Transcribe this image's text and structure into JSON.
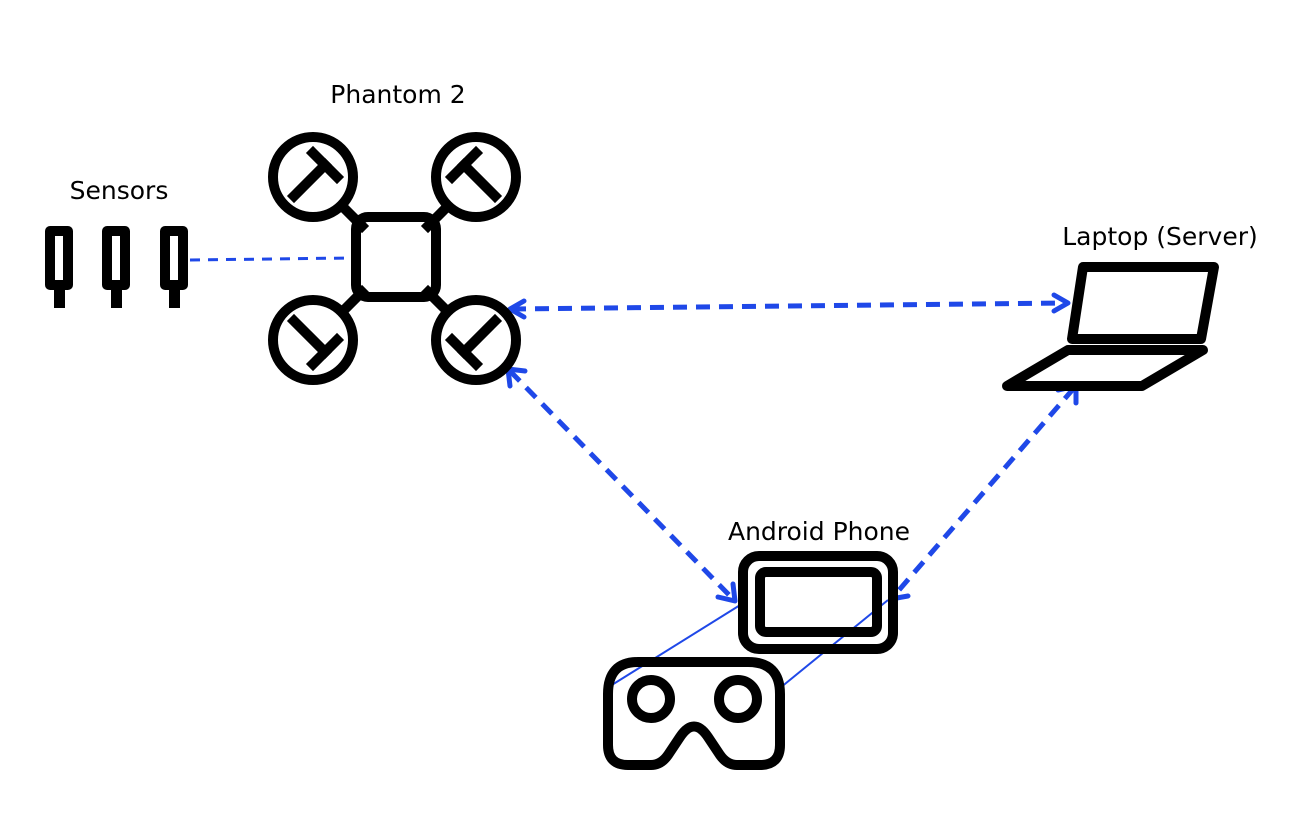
{
  "nodes": {
    "drone": {
      "label": "Phantom 2",
      "icon": "quadcopter-icon"
    },
    "sensors": {
      "label": "Sensors",
      "icon": "sensor-icon",
      "count": 3
    },
    "laptop": {
      "label": "Laptop (Server)",
      "icon": "laptop-icon"
    },
    "phone": {
      "label": "Android Phone",
      "icon": "smartphone-icon"
    },
    "headset": {
      "label": "",
      "icon": "vr-headset-icon"
    }
  },
  "edges": [
    {
      "from": "sensors",
      "to": "drone",
      "style": "dashed",
      "direction": "none"
    },
    {
      "from": "drone",
      "to": "laptop",
      "style": "dashed",
      "direction": "both"
    },
    {
      "from": "drone",
      "to": "phone",
      "style": "dashed",
      "direction": "both"
    },
    {
      "from": "laptop",
      "to": "phone",
      "style": "dashed",
      "direction": "both"
    },
    {
      "from": "headset",
      "to": "phone",
      "style": "solid",
      "direction": "none"
    }
  ],
  "colors": {
    "link": "#1f48e8",
    "ink": "#000000",
    "background": "#ffffff"
  }
}
